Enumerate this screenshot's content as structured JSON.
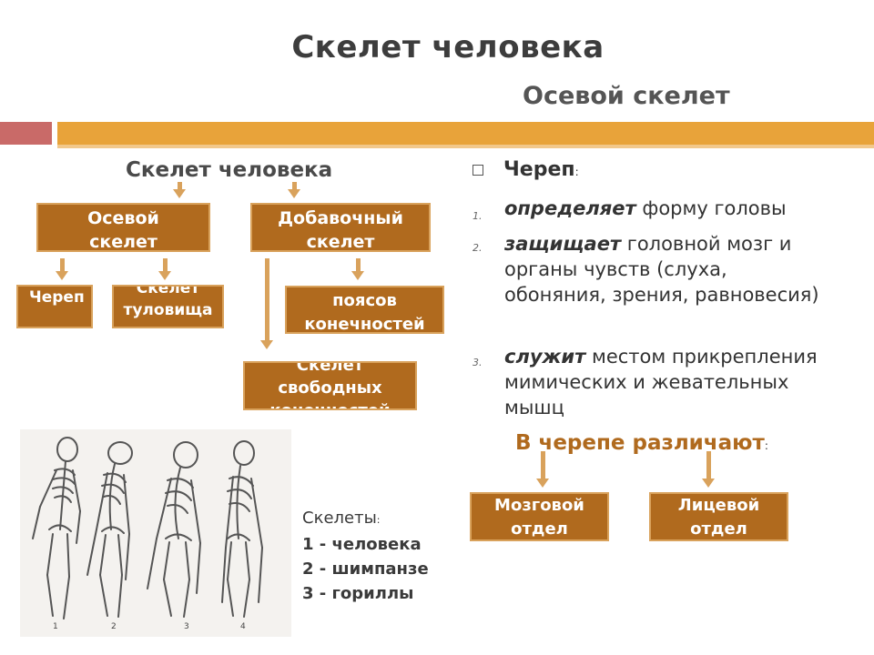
{
  "slide": {
    "title": "Скелет человека",
    "subtitle": "Осевой скелет"
  },
  "diagram": {
    "heading": "Скелет человека",
    "axial": "Осевой скелет",
    "accessory": "Добавочный скелет",
    "skull": "Череп",
    "trunk": "Скелет туловища",
    "girdles": "поясов конечностей",
    "free_limbs": "Скелет свободных конечностей"
  },
  "skull_info": {
    "label": "Череп",
    "label_colon": ":",
    "items": [
      {
        "num": "1.",
        "kw": "определяет",
        "text": " форму головы"
      },
      {
        "num": "2.",
        "kw": "защищает",
        "text": " головной мозг и органы чувств (слуха, обоняния, зрения, равновесия)"
      },
      {
        "num": "3.",
        "kw": "служит",
        "text": " местом прикрепления мимических и жевательных мышц"
      }
    ],
    "differ": "В черепе различают",
    "differ_colon": ":",
    "brain": "Мозговой отдел",
    "facial": "Лицевой отдел"
  },
  "legend": {
    "title": "Скелеты",
    "title_colon": ":",
    "line1": "1 - человека",
    "line2": "2 - шимпанзе",
    "line3": "3 - гориллы"
  },
  "figure_numbers": [
    "1",
    "2",
    "3",
    "4"
  ]
}
